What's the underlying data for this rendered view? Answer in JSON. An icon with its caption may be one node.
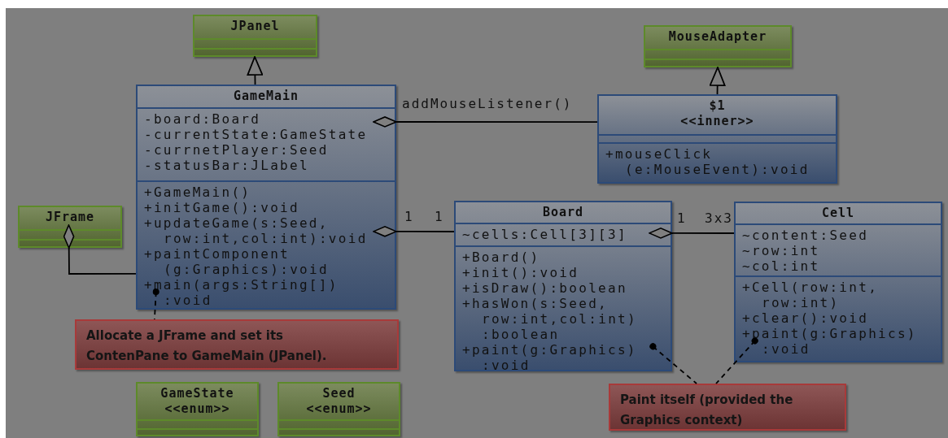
{
  "diagram": {
    "nodes": [
      {
        "text": [
          "JPanel"
        ]
      },
      {
        "text": [],
        "shape": "box",
        "in": 0
      },
      {
        "text": [],
        "shape": "box",
        "in": 0
      },
      {
        "text": [
          "MouseAdapter"
        ]
      },
      {
        "text": [],
        "shape": "box",
        "in": 3
      },
      {
        "text": [],
        "shape": "box",
        "in": 3
      },
      {
        "text": [
          "GameMain"
        ]
      },
      {
        "text": [
          "-board:Board",
          "-currentState:GameState",
          "-currnetPlayer:Seed",
          "-statusBar:JLabel"
        ],
        "in": 6
      },
      {
        "text": [
          "+GameMain()",
          "+initGame():void",
          "+updateGame(s:Seed, row:int,col:int):void",
          "+paintComponent (g:Graphics):void",
          "+main(args:String[]) :void"
        ],
        "in": 6
      },
      {
        "text": [
          "$1",
          "<<inner>>"
        ]
      },
      {
        "text": [],
        "shape": "box",
        "in": 9
      },
      {
        "text": [
          "+mouseClick (e:MouseEvent):void"
        ],
        "in": 9
      },
      {
        "text": [
          "JFrame"
        ]
      },
      {
        "text": [],
        "shape": "box",
        "in": 12
      },
      {
        "text": [],
        "shape": "box",
        "in": 12
      },
      {
        "text": [
          "Board"
        ]
      },
      {
        "text": [
          "~cells:Cell[3][3]"
        ],
        "in": 15
      },
      {
        "text": [
          "+Board()",
          "+init():void",
          "+isDraw():boolean",
          "+hasWon(s:Seed, row:int,col:int) :boolean",
          "+paint(g:Graphics) :void"
        ],
        "in": 15
      },
      {
        "text": [
          "Cell"
        ]
      },
      {
        "text": [
          "~content:Seed",
          "~row:int",
          "~col:int"
        ],
        "in": 18
      },
      {
        "text": [
          "+Cell(row:int, row:int)",
          "+clear():void",
          "+paint(g:Graphics) :void"
        ],
        "in": 18
      },
      {
        "text": [
          "Allocate a JFrame and set its ContenPane to GameMain (JPanel)."
        ]
      },
      {
        "text": [
          "GameState",
          "<<enum>>"
        ]
      },
      {
        "text": [],
        "shape": "box",
        "in": 22
      },
      {
        "text": [],
        "shape": "box",
        "in": 22
      },
      {
        "text": [
          "Seed",
          "<<enum>>"
        ]
      },
      {
        "text": [],
        "shape": "box",
        "in": 25
      },
      {
        "text": [],
        "shape": "box",
        "in": 25
      },
      {
        "text": [
          "Paint itself (provided the Graphics context)"
        ]
      }
    ],
    "edges": [
      {
        "from": 6,
        "to": 0,
        "arrow": "to"
      },
      {
        "from": 9,
        "to": 3,
        "arrow": "to"
      },
      {
        "from": 6,
        "to": 9,
        "arrow": "other",
        "label": "addMouseListener()"
      },
      {
        "from": 6,
        "to": 15,
        "arrow": "other"
      },
      {
        "from": 15,
        "to": 18,
        "arrow": "other"
      },
      {
        "from": 12,
        "to": 6,
        "arrow": "other"
      },
      {
        "from": 8,
        "to": 21,
        "arrow": "other",
        "style": "dashed"
      },
      {
        "from": 17,
        "to": 28,
        "arrow": "other",
        "style": "dashed"
      },
      {
        "from": 20,
        "to": 28,
        "arrow": "other",
        "style": "dashed"
      }
    ],
    "labels": [
      "1",
      "1",
      "1",
      "3x3"
    ]
  }
}
